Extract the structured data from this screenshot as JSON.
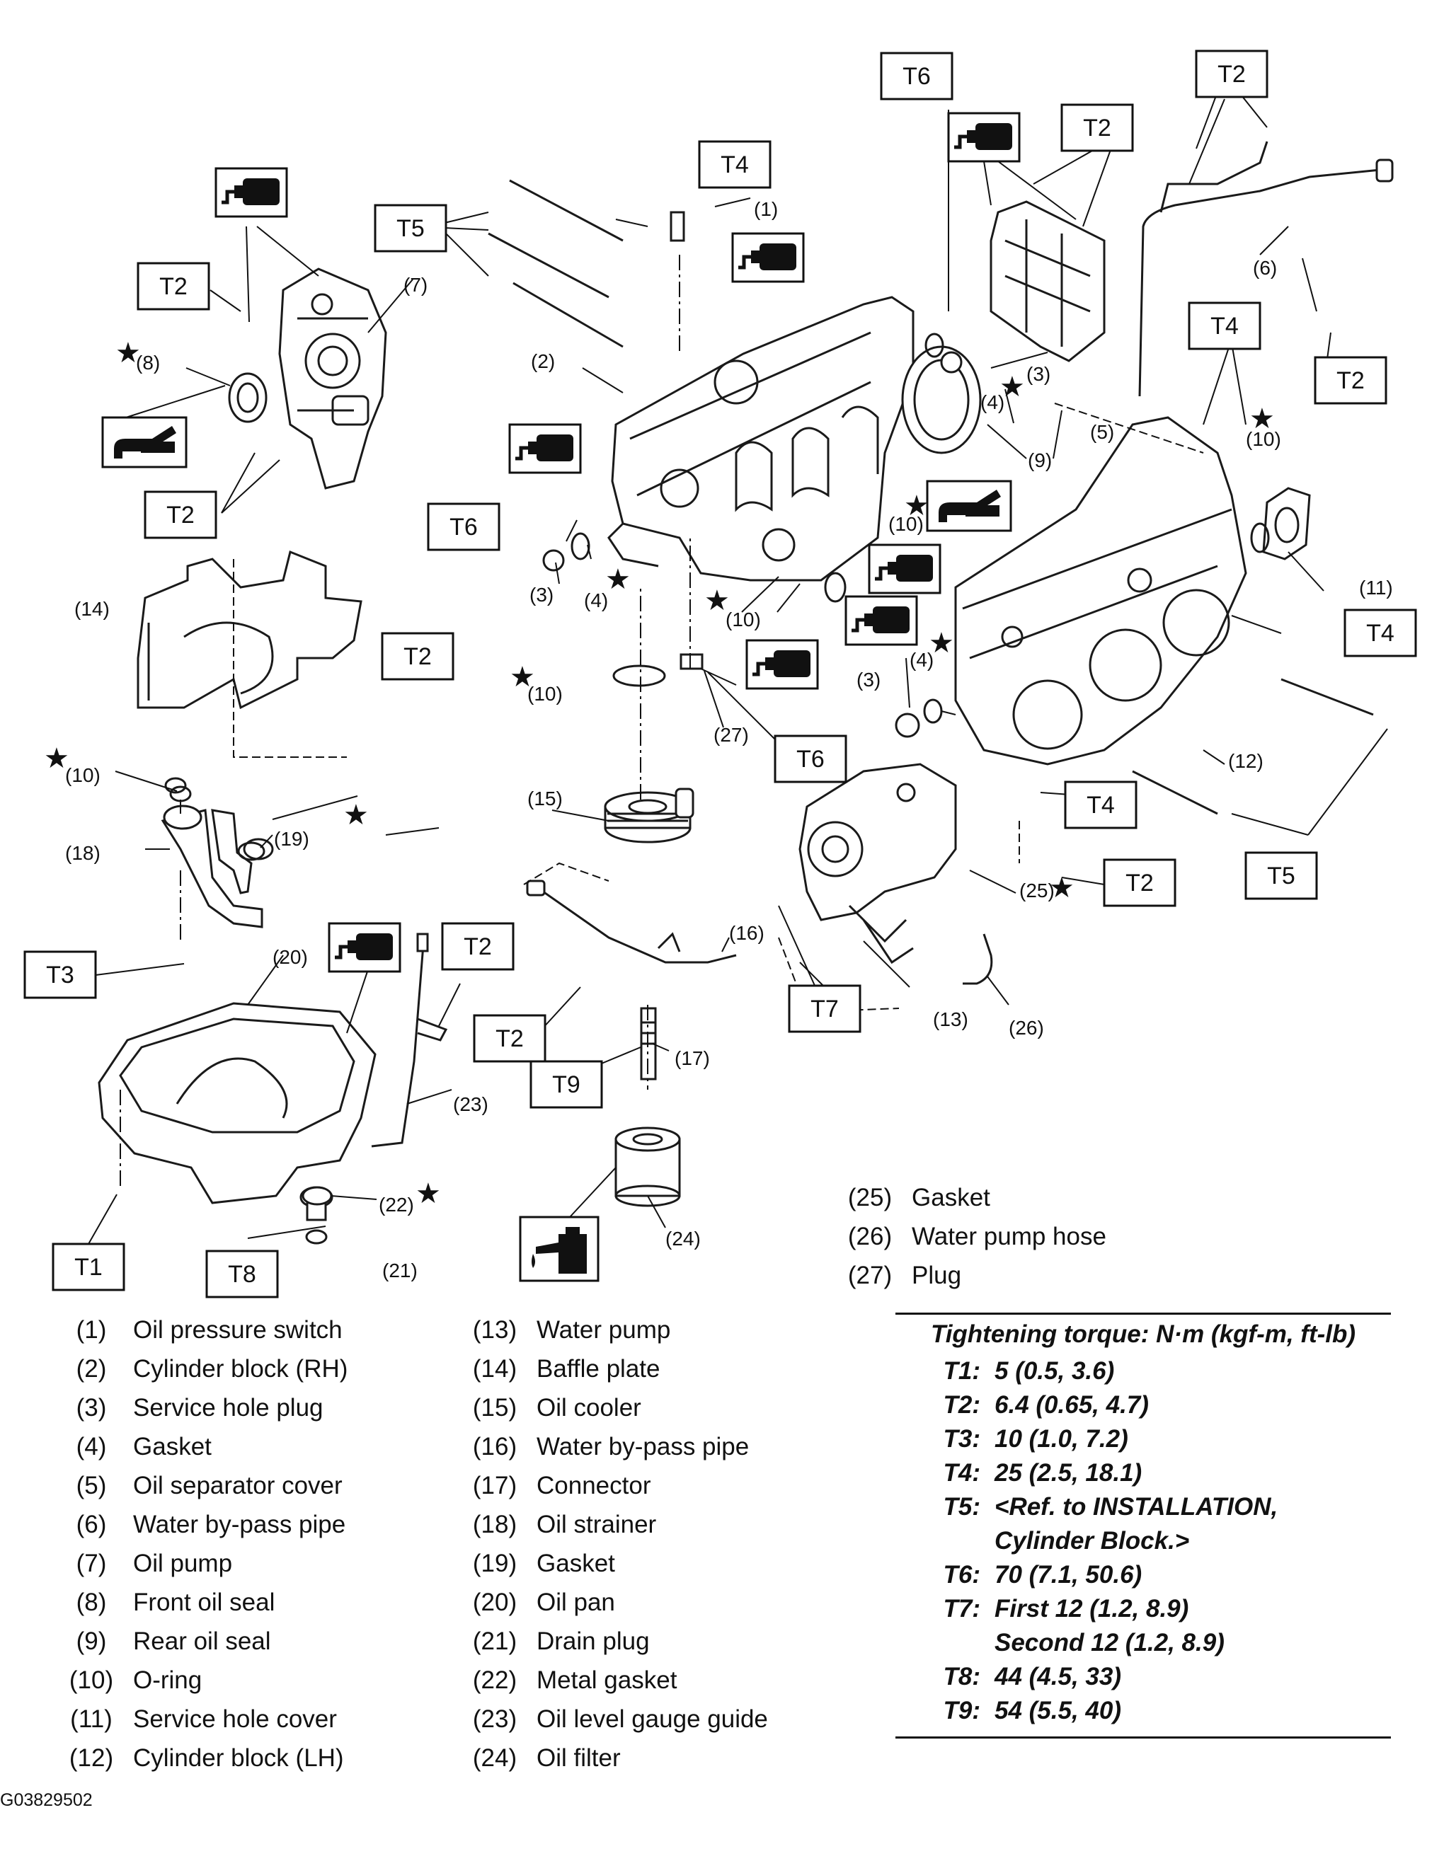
{
  "figure_code": "G03829502",
  "callouts": {
    "T1": "T1",
    "T2": "T2",
    "T3": "T3",
    "T4": "T4",
    "T5": "T5",
    "T6": "T6",
    "T7": "T7",
    "T8": "T8",
    "T9": "T9"
  },
  "part_numbers": {
    "n1": "(1)",
    "n2": "(2)",
    "n3": "(3)",
    "n4": "(4)",
    "n5": "(5)",
    "n6": "(6)",
    "n7": "(7)",
    "n8": "(8)",
    "n9": "(9)",
    "n10": "(10)",
    "n11": "(11)",
    "n12": "(12)",
    "n13": "(13)",
    "n14": "(14)",
    "n15": "(15)",
    "n16": "(16)",
    "n17": "(17)",
    "n18": "(18)",
    "n19": "(19)",
    "n20": "(20)",
    "n21": "(21)",
    "n22": "(22)",
    "n23": "(23)",
    "n24": "(24)",
    "n25": "(25)",
    "n26": "(26)",
    "n27": "(27)"
  },
  "star_symbol": "★",
  "icons": [
    "sealant-tube-icon",
    "oil-can-icon",
    "grease-icon"
  ],
  "legend": {
    "col1": [
      {
        "num": "(1)",
        "name": "Oil pressure switch"
      },
      {
        "num": "(2)",
        "name": "Cylinder block (RH)"
      },
      {
        "num": "(3)",
        "name": "Service hole plug"
      },
      {
        "num": "(4)",
        "name": "Gasket"
      },
      {
        "num": "(5)",
        "name": "Oil separator cover"
      },
      {
        "num": "(6)",
        "name": "Water by-pass pipe"
      },
      {
        "num": "(7)",
        "name": "Oil pump"
      },
      {
        "num": "(8)",
        "name": "Front oil seal"
      },
      {
        "num": "(9)",
        "name": "Rear oil seal"
      },
      {
        "num": "(10)",
        "name": "O-ring"
      },
      {
        "num": "(11)",
        "name": "Service hole cover"
      },
      {
        "num": "(12)",
        "name": "Cylinder block (LH)"
      }
    ],
    "col2": [
      {
        "num": "(13)",
        "name": "Water pump"
      },
      {
        "num": "(14)",
        "name": "Baffle plate"
      },
      {
        "num": "(15)",
        "name": "Oil cooler"
      },
      {
        "num": "(16)",
        "name": "Water by-pass pipe"
      },
      {
        "num": "(17)",
        "name": "Connector"
      },
      {
        "num": "(18)",
        "name": "Oil strainer"
      },
      {
        "num": "(19)",
        "name": "Gasket"
      },
      {
        "num": "(20)",
        "name": "Oil pan"
      },
      {
        "num": "(21)",
        "name": "Drain plug"
      },
      {
        "num": "(22)",
        "name": "Metal gasket"
      },
      {
        "num": "(23)",
        "name": "Oil level gauge guide"
      },
      {
        "num": "(24)",
        "name": "Oil filter"
      }
    ],
    "col3": [
      {
        "num": "(25)",
        "name": "Gasket"
      },
      {
        "num": "(26)",
        "name": "Water pump hose"
      },
      {
        "num": "(27)",
        "name": "Plug"
      }
    ]
  },
  "torque": {
    "title": "Tightening torque: N·m (kgf-m, ft-lb)",
    "rows": [
      {
        "key": "T1:",
        "value": "5 (0.5, 3.6)"
      },
      {
        "key": "T2:",
        "value": "6.4 (0.65, 4.7)"
      },
      {
        "key": "T3:",
        "value": "10 (1.0, 7.2)"
      },
      {
        "key": "T4:",
        "value": "25 (2.5, 18.1)"
      },
      {
        "key": "T5:",
        "value": "<Ref. to INSTALLATION,\nCylinder Block.>"
      },
      {
        "key": "T6:",
        "value": "70 (7.1, 50.6)"
      },
      {
        "key": "T7:",
        "value": "First 12 (1.2, 8.9)\nSecond 12 (1.2, 8.9)"
      },
      {
        "key": "T8:",
        "value": "44 (4.5, 33)"
      },
      {
        "key": "T9:",
        "value": "54 (5.5, 40)"
      }
    ]
  }
}
